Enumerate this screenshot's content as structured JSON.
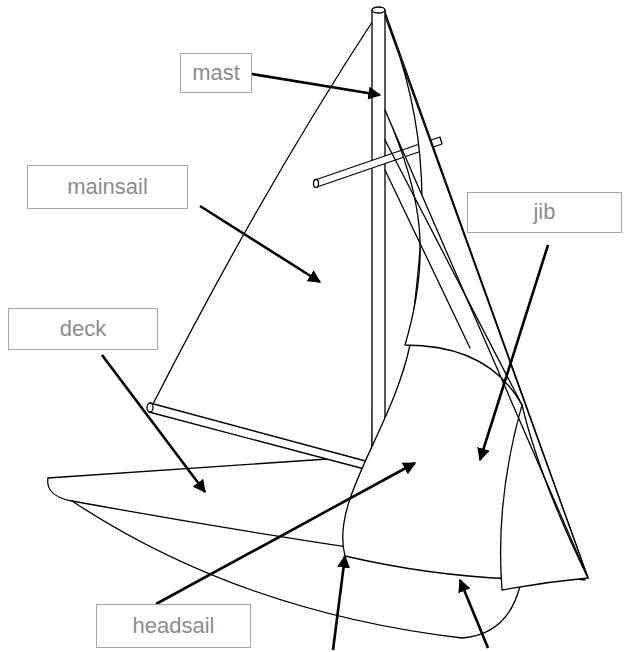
{
  "diagram": {
    "nodes": [
      {
        "text": [
          "mast"
        ]
      },
      {
        "text": [
          "mainsail"
        ]
      },
      {
        "text": [
          "jib"
        ]
      },
      {
        "text": [
          "deck"
        ]
      },
      {
        "text": [
          "headsail"
        ]
      }
    ]
  }
}
